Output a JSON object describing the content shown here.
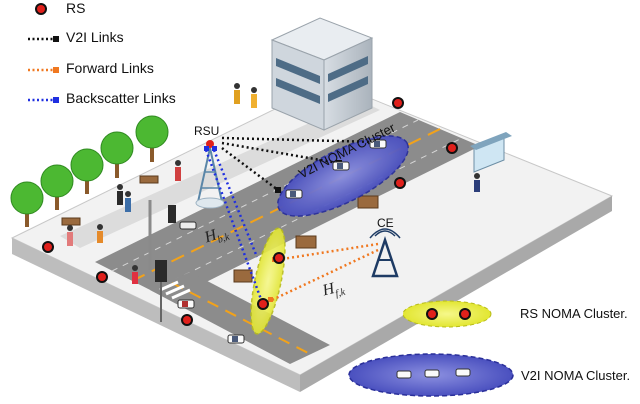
{
  "legend": {
    "rs": "RS",
    "v2i": "V2I Links",
    "forward": "Forward Links",
    "backscatter": "Backscatter Links"
  },
  "labels": {
    "rsu": "RSU",
    "ce": "CE",
    "v2i_cluster": "V2I NOMA Cluster",
    "h_b": "H",
    "h_b_sub": "b,k",
    "h_f": "H",
    "h_f_sub": "f,k",
    "rs_cluster_caption": "RS NOMA Cluster.",
    "v2i_cluster_caption": "V2I NOMA Cluster."
  },
  "colors": {
    "rs_dot": "#e0201b",
    "v2i_link": "#111111",
    "forward_link": "#f07820",
    "backscatter_link": "#1f2fe0",
    "road": "#8a8a8a",
    "ground": "#f1f1f1",
    "curb": "#cfcfcf",
    "lane_mark": "#f2a21a",
    "rs_cluster": "#eef24a",
    "v2i_cluster": "#5d63c9",
    "tree": "#4cb832"
  },
  "icons": [
    "rs-dot-icon",
    "rsu-tower-icon",
    "ce-tower-icon",
    "building-icon",
    "tree-icon",
    "vehicle-icon",
    "traffic-light-icon",
    "bench-icon",
    "bus-stop-icon",
    "pedestrian-icon"
  ]
}
